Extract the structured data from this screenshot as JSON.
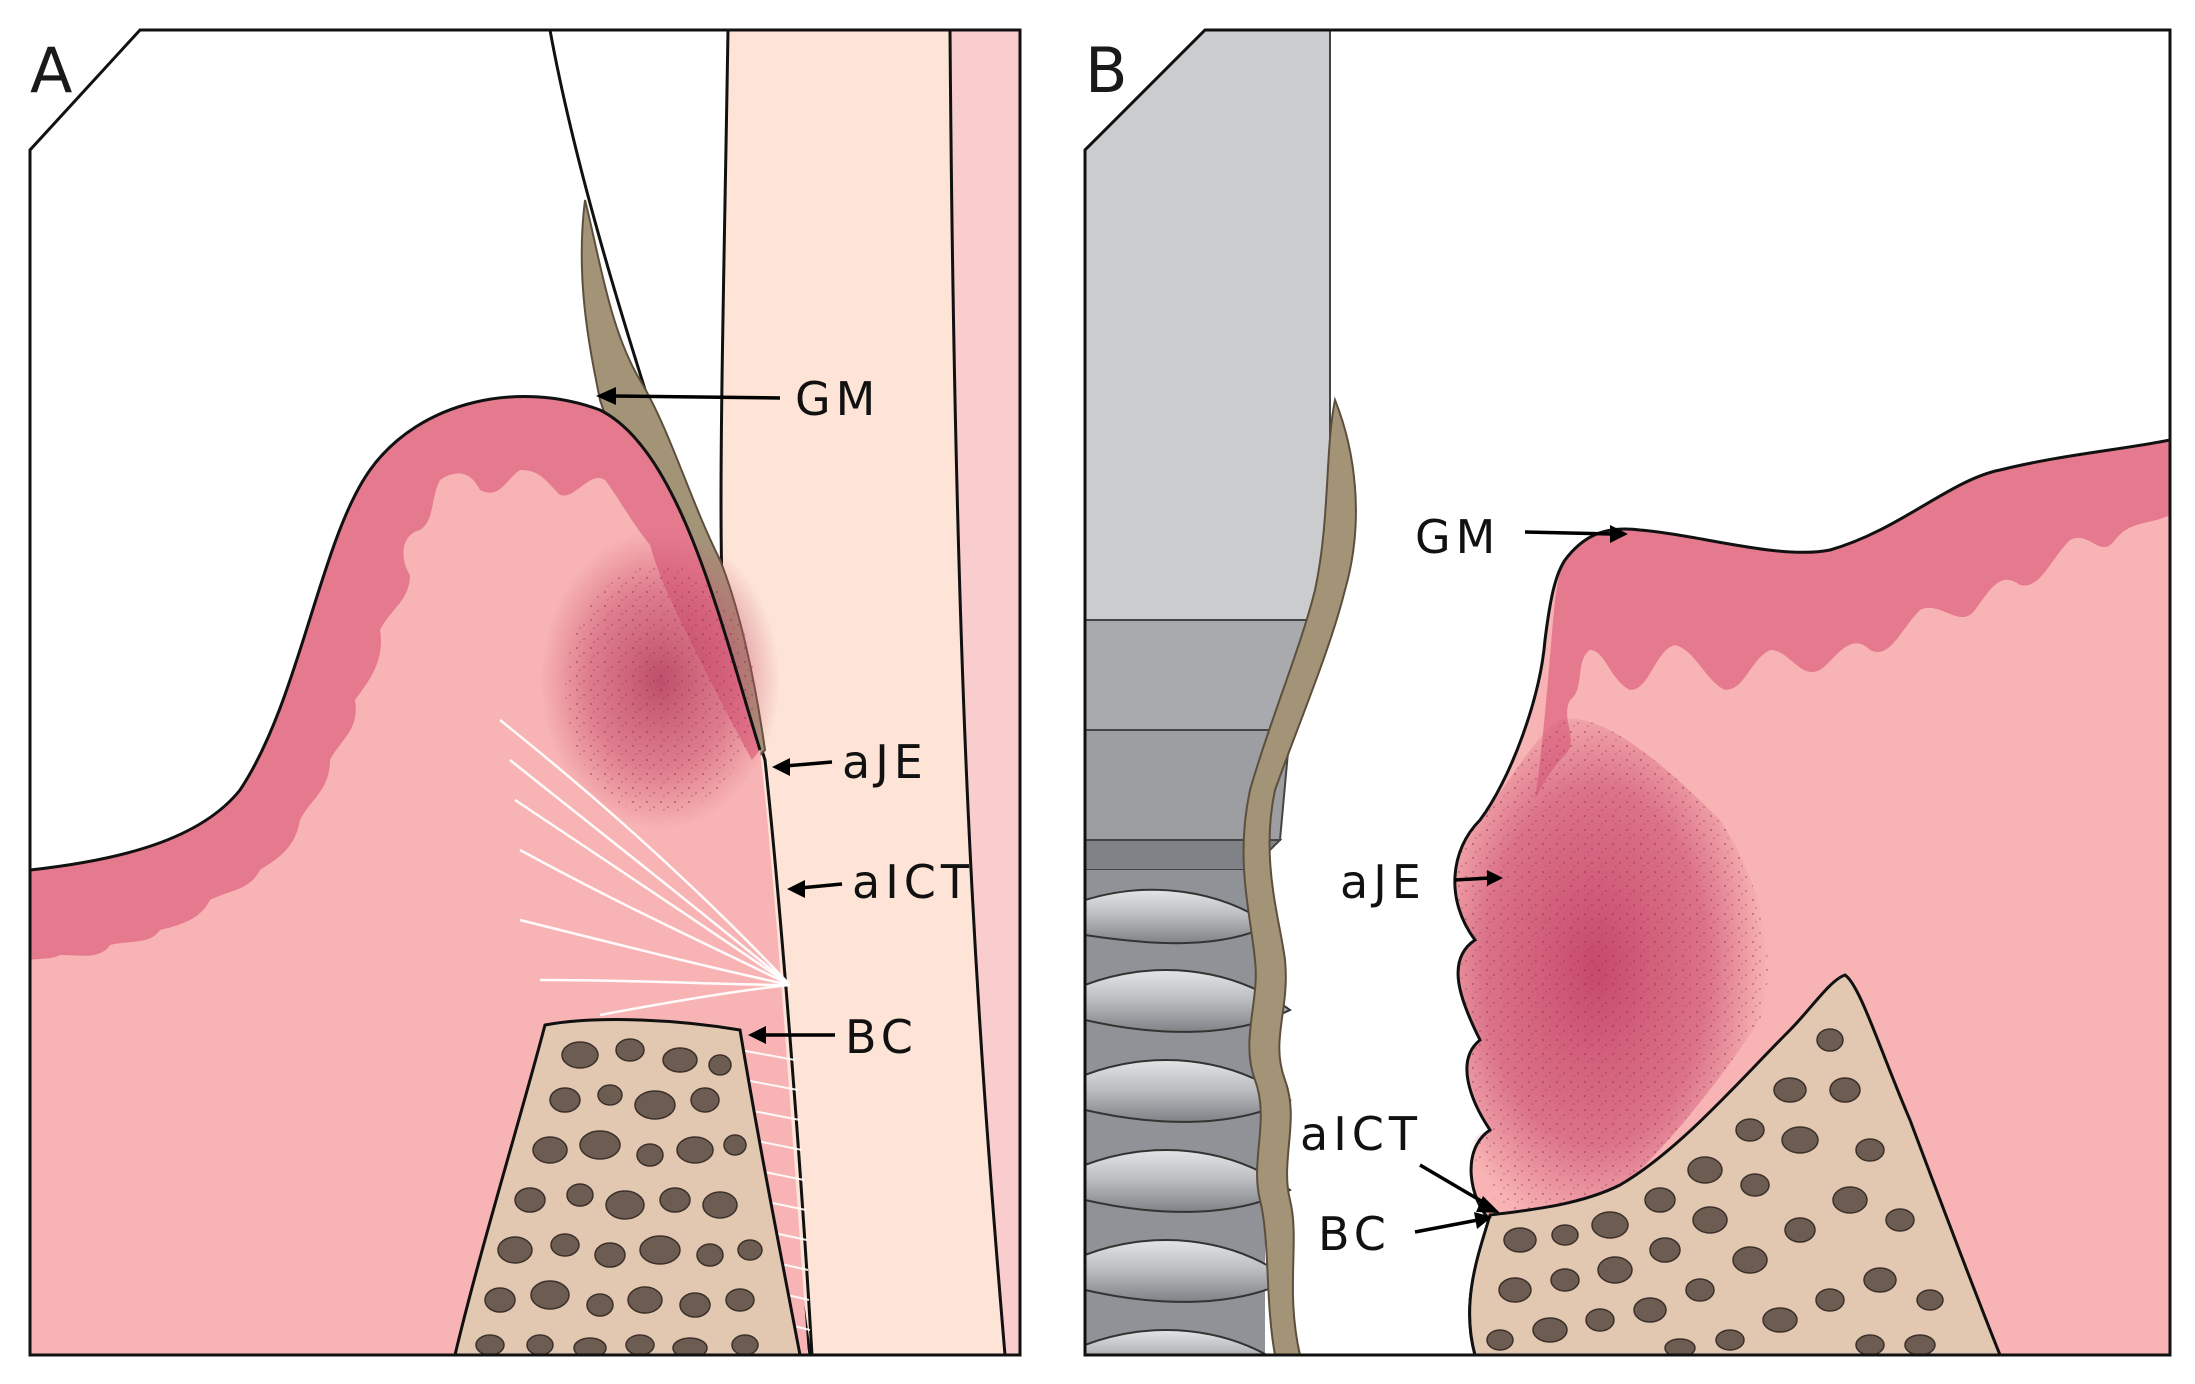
{
  "panels": [
    {
      "letter": "A",
      "labels": {
        "gm": "GM",
        "aje": "aJE",
        "aict": "aICT",
        "bc": "BC"
      }
    },
    {
      "letter": "B",
      "labels": {
        "gm": "GM",
        "aje": "aJE",
        "aict": "aICT",
        "bc": "BC"
      }
    }
  ],
  "colors": {
    "epithelium": "#e57a8e",
    "connective_tissue": "#f8b4b4",
    "inflamed_tissue": "#c9506e",
    "enamel": "#fde4d6",
    "pulp": "#f9cdcd",
    "bone_matrix": "#e2c8b1",
    "bone_trabecula": "#6d5c52",
    "calculus": "#a39478",
    "implant_light": "#cbccce",
    "implant_dark": "#8f9296"
  }
}
